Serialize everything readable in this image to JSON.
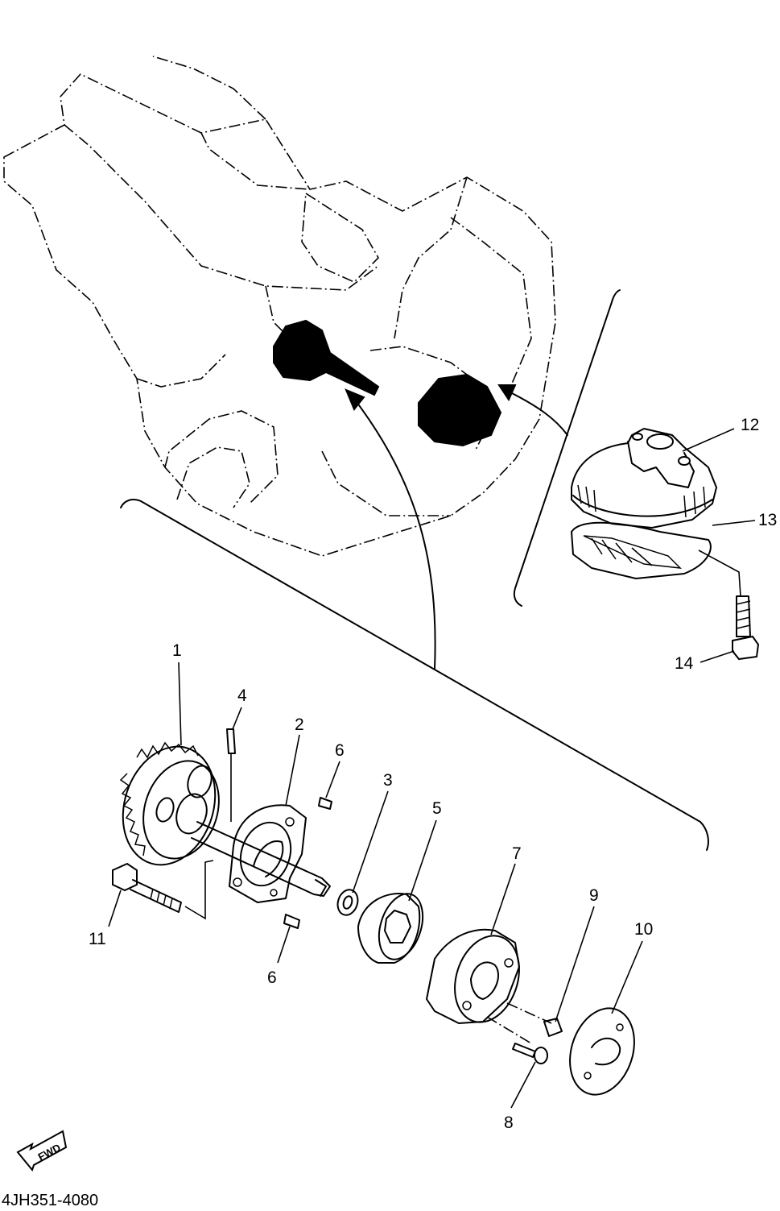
{
  "diagram": {
    "reference_code": "4JH351-4080",
    "direction_label": "FWD",
    "callouts": [
      "1",
      "2",
      "3",
      "4",
      "5",
      "6",
      "6",
      "7",
      "8",
      "9",
      "10",
      "11",
      "12",
      "13",
      "14"
    ]
  }
}
